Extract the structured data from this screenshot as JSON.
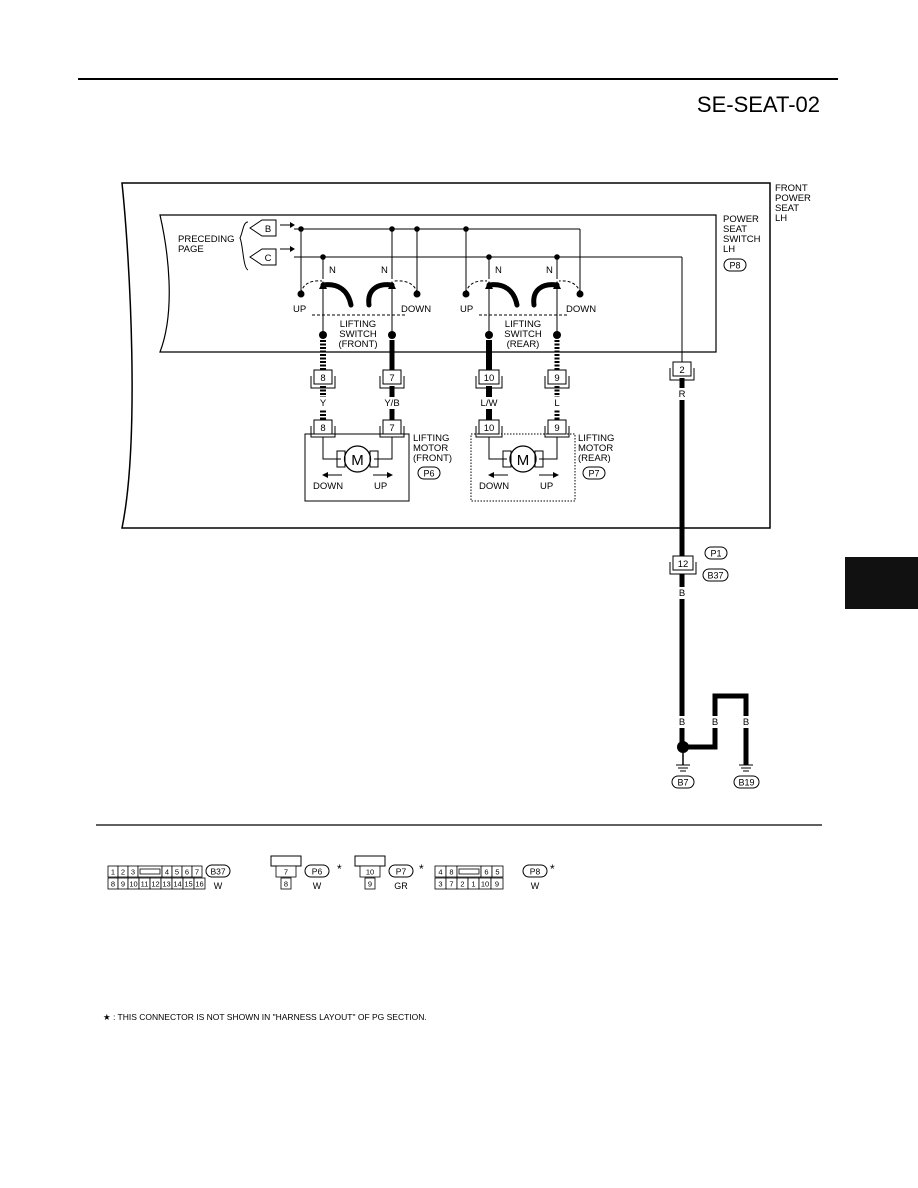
{
  "page_title": "SE-SEAT-02",
  "system_label": "FRONT\nPOWER\nSEAT\nLH",
  "power_seat_switch": {
    "label": "POWER\nSEAT\nSWITCH\nLH",
    "connector": "P8"
  },
  "preceding": {
    "label": "PRECEDING\nPAGE",
    "b": "B",
    "c": "C"
  },
  "lifting_switch_front": {
    "label": "LIFTING\nSWITCH\n(FRONT)",
    "up": "UP",
    "down": "DOWN",
    "n": "N"
  },
  "lifting_switch_rear": {
    "label": "LIFTING\nSWITCH\n(REAR)",
    "up": "UP",
    "down": "DOWN",
    "n": "N"
  },
  "switch_terminals": {
    "t8": "8",
    "t7": "7",
    "t10": "10",
    "t9": "9",
    "t2": "2"
  },
  "wire_colors": {
    "y": "Y",
    "yb": "Y/B",
    "lw": "L/W",
    "l": "L",
    "r": "R",
    "b": "B"
  },
  "motor_front": {
    "label": "LIFTING\nMOTOR\n(FRONT)",
    "connector": "P6",
    "t8": "8",
    "t7": "7",
    "m": "M",
    "down": "DOWN",
    "up": "UP"
  },
  "motor_rear": {
    "label": "LIFTING\nMOTOR\n(REAR)",
    "connector": "P7",
    "t10": "10",
    "t9": "9",
    "m": "M",
    "down": "DOWN",
    "up": "UP"
  },
  "junction": {
    "terminal": "12",
    "conn_a": "P1",
    "conn_b": "B37"
  },
  "grounds": {
    "g1": "B7",
    "g2": "B19"
  },
  "connectors": {
    "b37": {
      "name": "B37",
      "color": "W",
      "row1": [
        "1",
        "2",
        "3",
        "",
        "4",
        "5",
        "6",
        "7"
      ],
      "row2": [
        "8",
        "9",
        "10",
        "11",
        "12",
        "13",
        "14",
        "15",
        "16"
      ]
    },
    "p6": {
      "name": "P6",
      "color": "W",
      "top": "7",
      "bottom": "8",
      "star": "*"
    },
    "p7": {
      "name": "P7",
      "color": "GR",
      "top": "10",
      "bottom": "9",
      "star": "*"
    },
    "p8": {
      "name": "P8",
      "color": "W",
      "row1": [
        "4",
        "8",
        "",
        "6",
        "5"
      ],
      "row2": [
        "3",
        "7",
        "2",
        "1",
        "10",
        "9"
      ],
      "star": "*"
    }
  },
  "footnote": "★ : THIS CONNECTOR IS NOT SHOWN IN \"HARNESS LAYOUT\" OF PG SECTION."
}
